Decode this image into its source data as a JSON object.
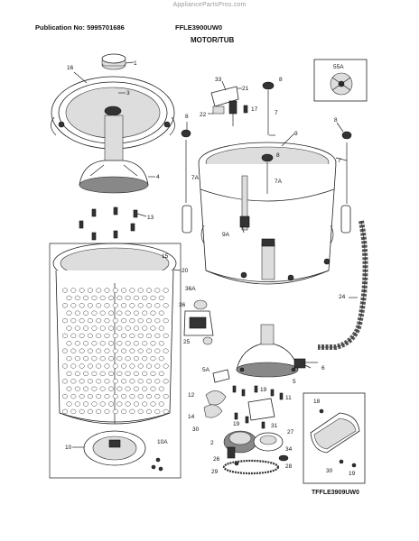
{
  "watermark": "AppliancePartsPros.com",
  "header": {
    "publication": "Publication No: 5995701686",
    "model": "FFLE3900UW0",
    "section": "MOTOR/TUB"
  },
  "footer": {
    "model": "TFFLE3909UW0"
  },
  "callouts": [
    {
      "id": "c1",
      "label": "1"
    },
    {
      "id": "c16",
      "label": "16"
    },
    {
      "id": "c3",
      "label": "3"
    },
    {
      "id": "c4",
      "label": "4"
    },
    {
      "id": "c13",
      "label": "13"
    },
    {
      "id": "c15",
      "label": "15"
    },
    {
      "id": "c20",
      "label": "20"
    },
    {
      "id": "c10",
      "label": "10"
    },
    {
      "id": "c10a",
      "label": "10A"
    },
    {
      "id": "c33",
      "label": "33"
    },
    {
      "id": "c21",
      "label": "21"
    },
    {
      "id": "c22",
      "label": "22"
    },
    {
      "id": "c17",
      "label": "17"
    },
    {
      "id": "c8a",
      "label": "8"
    },
    {
      "id": "c7a",
      "label": "7"
    },
    {
      "id": "c8b",
      "label": "8"
    },
    {
      "id": "c8c",
      "label": "8"
    },
    {
      "id": "c9",
      "label": "9"
    },
    {
      "id": "c8d",
      "label": "8"
    },
    {
      "id": "c7b",
      "label": "7"
    },
    {
      "id": "c55a",
      "label": "55A"
    },
    {
      "id": "c7c",
      "label": "7A"
    },
    {
      "id": "c7d",
      "label": "7A"
    },
    {
      "id": "c9a",
      "label": "9A"
    },
    {
      "id": "c36a",
      "label": "36A"
    },
    {
      "id": "c36",
      "label": "36"
    },
    {
      "id": "c25",
      "label": "25"
    },
    {
      "id": "c24",
      "label": "24"
    },
    {
      "id": "c6",
      "label": "6"
    },
    {
      "id": "c5a",
      "label": "5A"
    },
    {
      "id": "c5",
      "label": "5"
    },
    {
      "id": "c19a",
      "label": "19"
    },
    {
      "id": "c12",
      "label": "12"
    },
    {
      "id": "c11",
      "label": "11"
    },
    {
      "id": "c14",
      "label": "14"
    },
    {
      "id": "c30a",
      "label": "30"
    },
    {
      "id": "c19b",
      "label": "19"
    },
    {
      "id": "c31",
      "label": "31"
    },
    {
      "id": "c2",
      "label": "2"
    },
    {
      "id": "c26",
      "label": "26"
    },
    {
      "id": "c27",
      "label": "27"
    },
    {
      "id": "c34",
      "label": "34"
    },
    {
      "id": "c28",
      "label": "28"
    },
    {
      "id": "c29",
      "label": "29"
    },
    {
      "id": "c18",
      "label": "18"
    },
    {
      "id": "c30b",
      "label": "30"
    },
    {
      "id": "c19c",
      "label": "19"
    }
  ]
}
